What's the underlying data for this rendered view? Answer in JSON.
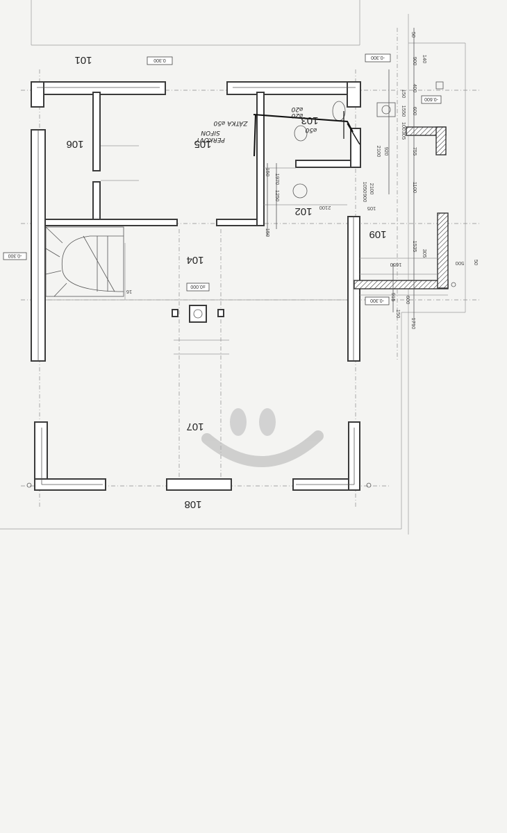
{
  "rooms": {
    "r101": "101",
    "r102": "102",
    "r103": "103",
    "r104": "104",
    "r105": "105",
    "r106": "106",
    "r107": "107",
    "r108": "108",
    "r109": "109"
  },
  "level_tags": {
    "top_center": "0.300",
    "top_right": "-0.300",
    "left": "-0.300",
    "center": "±0.000",
    "right_stair": "-0.300",
    "right_top": "-0.600"
  },
  "handwritten": {
    "zatka": "ZÁTKA ⌀50",
    "perkovy": "PERKOVÝ",
    "sifon": "SIFON",
    "d50_a": "⌀50",
    "d20_a": "⌀20",
    "d20_b": "⌀20",
    "d50_b": "⌀50"
  },
  "dimensions": {
    "d50_top": "50",
    "d900": "900",
    "d140": "140",
    "d400": "400",
    "d150": "150",
    "d1550": "1550",
    "d600": "600",
    "d100": "100",
    "d305": "305",
    "d755": "755",
    "d1100": "1100",
    "d1535": "1535",
    "d305b": "305",
    "d500": "500",
    "d50_right": "50",
    "d915": "915",
    "d600b": "600",
    "d150b": "150",
    "d1710": "1710",
    "d1650": "1650",
    "d920": "920",
    "d2100a": "2100",
    "d2100b": "2100",
    "d900b": "900",
    "d1050": "1050",
    "d1250": "1250",
    "d1970": "1970",
    "d150c": "150",
    "d150d": "150",
    "d105": "105",
    "d2100c": "2100",
    "d16": "16"
  }
}
